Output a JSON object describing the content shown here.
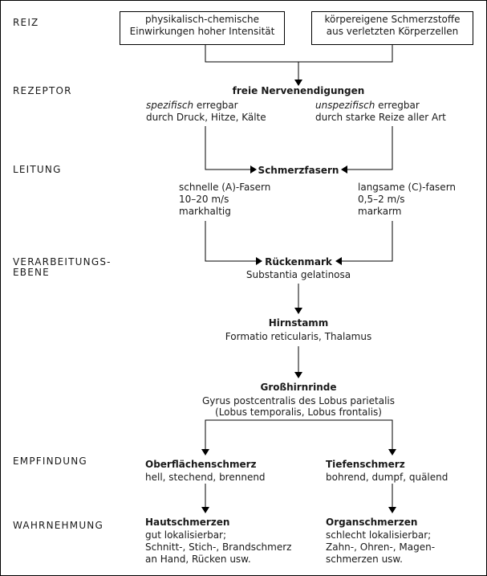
{
  "levels": {
    "reiz": "REIZ",
    "rezeptor": "REZEPTOR",
    "leitung": "LEITUNG",
    "verarbeitung_1": "VERARBEITUNGS-",
    "verarbeitung_2": "EBENE",
    "empfindung": "EMPFINDUNG",
    "wahrnehmung": "WAHRNEHMUNG"
  },
  "stimulus": {
    "left": [
      "physikalisch-chemische",
      "Einwirkungen hoher Intensität"
    ],
    "right": [
      "körpereigene Schmerzstoffe",
      "aus verletzten Körperzellen"
    ]
  },
  "receptor": {
    "title": "freie Nervenendigungen",
    "left_em": "spezifisch",
    "left_rest": " erregbar",
    "left_line2": "durch Druck, Hitze, Kälte",
    "right_em": "unspezifisch",
    "right_rest": " erregbar",
    "right_line2": "durch starke Reize aller Art"
  },
  "conduction": {
    "title": "Schmerzfasern",
    "left": [
      "schnelle (A)-Fasern",
      "10–20 m/s",
      "markhaltig"
    ],
    "right": [
      "langsame (C)-fasern",
      "0,5–2 m/s",
      "markarm"
    ]
  },
  "processing": {
    "spinal_title": "Rückenmark",
    "spinal_sub": "Substantia gelatinosa",
    "brainstem_title": "Hirnstamm",
    "brainstem_sub": "Formatio reticularis, Thalamus",
    "cortex_title": "Großhirnrinde",
    "cortex_sub1": "Gyrus postcentralis des Lobus parietalis",
    "cortex_sub2": "(Lobus temporalis, Lobus frontalis)"
  },
  "sensation": {
    "left_title": "Oberflächenschmerz",
    "left_sub": "hell, stechend, brennend",
    "right_title": "Tiefenschmerz",
    "right_sub": "bohrend, dumpf, quälend"
  },
  "perception": {
    "left_title": "Hautschmerzen",
    "left": [
      "gut lokalisierbar;",
      "Schnitt-, Stich-, Brandschmerz",
      "an Hand, Rücken usw."
    ],
    "right_title": "Organschmerzen",
    "right": [
      "schlecht lokalisierbar;",
      "Zahn-, Ohren-, Magen-",
      "schmerzen usw."
    ]
  }
}
